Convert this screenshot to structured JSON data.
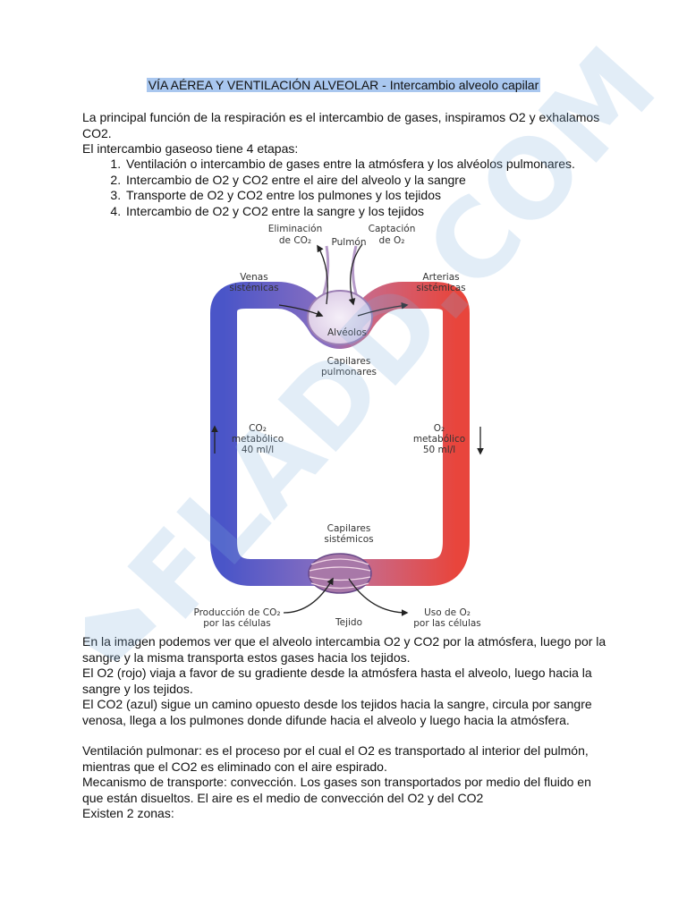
{
  "title": "VÍA AÉREA Y VENTILACIÓN ALVEOLAR - Intercambio alveolo capilar",
  "intro": {
    "line1": "La principal función de la respiración es el intercambio de gases, inspiramos O2 y exhalamos CO2.",
    "line2": "El intercambio gaseoso tiene 4 etapas:"
  },
  "stages": [
    "Ventilación o intercambio de gases entre la atmósfera y los alvéolos pulmonares.",
    "Intercambio de O2 y CO2 entre el aire del alveolo y la sangre",
    "Transporte de O2 y CO2 entre los pulmones y los tejidos",
    "Intercambio de O2 y CO2 entre la sangre y los tejidos"
  ],
  "figure": {
    "elim1": "Eliminación",
    "elim2": "de CO₂",
    "capt1": "Captación",
    "capt2": "de O₂",
    "pulmon": "Pulmón",
    "venas1": "Venas",
    "venas2": "sistémicas",
    "arterias1": "Arterias",
    "arterias2": "sistémicas",
    "alveolos": "Alvéolos",
    "cap_pulm1": "Capilares",
    "cap_pulm2": "pulmonares",
    "co2_1": "CO₂",
    "co2_2": "metabólico",
    "co2_3": "40 ml/l",
    "o2_1": "O₂",
    "o2_2": "metabólico",
    "o2_3": "50 ml/l",
    "cap_sist1": "Capilares",
    "cap_sist2": "sistémicos",
    "prod1": "Producción de CO₂",
    "prod2": "por las células",
    "tejido": "Tejido",
    "uso1": "Uso de O₂",
    "uso2": "por las células",
    "colors": {
      "venous": "#4a55c8",
      "arterial": "#e8453c",
      "alveolus": "#e9dff0"
    }
  },
  "body2": [
    "En la imagen podemos ver que el alveolo intercambia O2 y CO2 por la atmósfera, luego por la sangre y la misma transporta estos gases hacia los tejidos.",
    "El O2 (rojo) viaja a favor de su gradiente desde la atmósfera hasta el alveolo, luego hacia la sangre y los tejidos.",
    "El CO2 (azul) sigue un camino opuesto desde los tejidos hacia la sangre, circula por sangre venosa, llega a los pulmones donde difunde hacia el alveolo y luego hacia la atmósfera."
  ],
  "body3": [
    "Ventilación pulmonar: es el proceso por el cual el O2 es transportado al interior del pulmón, mientras que el CO2 es eliminado con el aire espirado.",
    "Mecanismo de transporte: convección. Los gases son transportados por medio del fluido en que están disueltos. El aire es el medio de convección del O2 y del CO2",
    "Existen 2 zonas:"
  ],
  "watermark": "FLADD.COM"
}
